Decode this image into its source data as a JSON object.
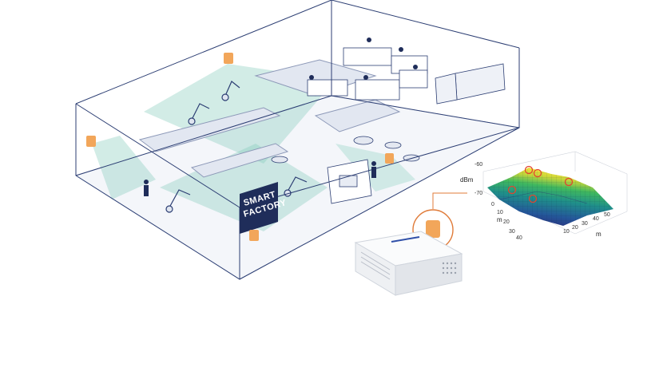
{
  "factory_sign": {
    "line1": "SMART",
    "line2": "FACTORY"
  },
  "plot": {
    "z_label": "dBm",
    "x_label": "m",
    "y_label": "m",
    "z_ticks": [
      "-60",
      "-70"
    ],
    "x_ticks": [
      "10",
      "20",
      "30",
      "40",
      "50"
    ],
    "y_ticks": [
      "0",
      "10",
      "20",
      "30",
      "40"
    ],
    "colormap": [
      "#2d1a6e",
      "#24579a",
      "#1f8f8a",
      "#3fb85f",
      "#c8d63a",
      "#f3e33a"
    ],
    "marker_color": "#e2452f",
    "marker_count": 5
  },
  "colors": {
    "outline": "#2c3e73",
    "coverage": "#7fc9b8",
    "sensor": "#f2a65a",
    "sign_bg": "#1f2d5a",
    "device_body": "#f2f3f5"
  },
  "icons": {
    "sensor": "wireless-sensor-icon",
    "device": "gateway-box-icon"
  }
}
